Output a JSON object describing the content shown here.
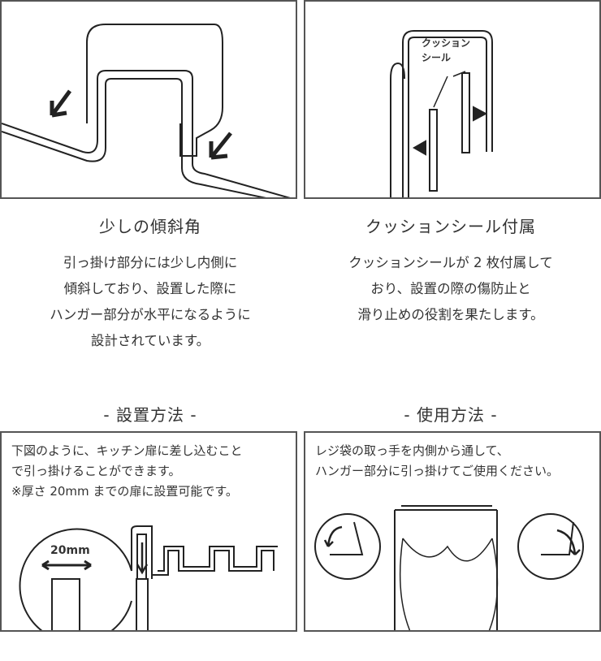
{
  "features": [
    {
      "title": "少しの傾斜角",
      "lines": [
        "引っ掛け部分には少し内側に",
        "傾斜しており、設置した際に",
        "ハンガー部分が水平になるように",
        "設計されています。"
      ]
    },
    {
      "title": "クッションシール付属",
      "lines": [
        "クッションシールが 2 枚付属して",
        "おり、設置の際の傷防止と",
        "滑り止めの役割を果たします。"
      ],
      "diagram_label": [
        "クッション",
        "シール"
      ]
    }
  ],
  "sections": [
    {
      "title": "- 設置方法 -",
      "lines": [
        "下図のように、キッチン扉に差し込むこと",
        "で引っ掛けることができます。",
        "※厚さ 20mm までの扉に設置可能です。"
      ],
      "dimension_label": "20mm"
    },
    {
      "title": "- 使用方法 -",
      "lines": [
        "レジ袋の取っ手を内側から通して、",
        "ハンガー部分に引っ掛けてご使用ください。"
      ]
    }
  ]
}
